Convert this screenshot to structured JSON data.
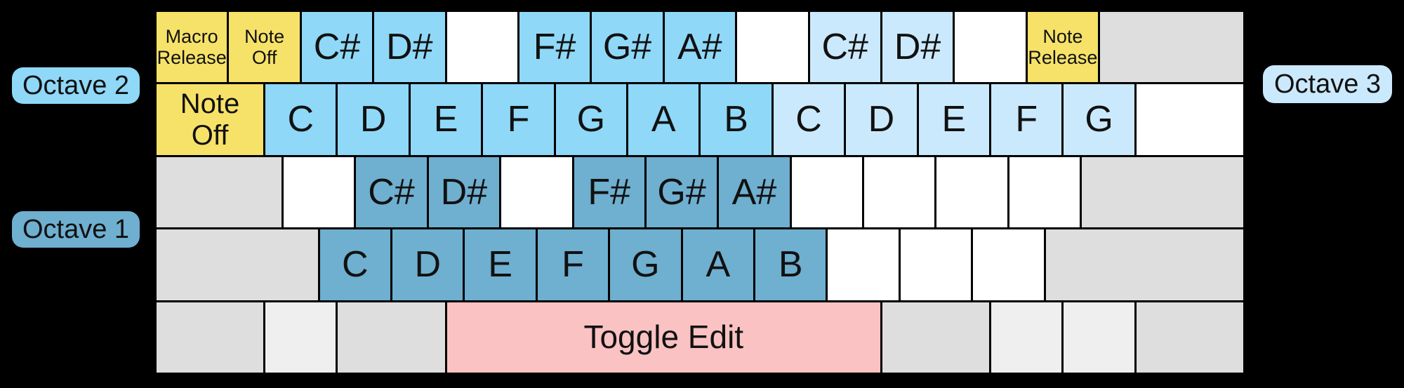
{
  "octave_labels": {
    "octave1": "Octave 1",
    "octave2": "Octave 2",
    "octave3": "Octave 3"
  },
  "colors": {
    "background": "#000000",
    "octave1_blue": "#6FAFD0",
    "octave2_blue": "#8FD8F8",
    "octave3_blue": "#CBE9FC",
    "command_yellow": "#F7E269",
    "edit_pink": "#FAC2C2",
    "modifier_gray": "#DEDEDE",
    "modifier_light_gray": "#EFEFEF",
    "unmapped_white": "#FFFFFF",
    "text_black": "#111111"
  },
  "keyboard": {
    "rows": [
      {
        "name": "number-row",
        "keys": [
          {
            "label": "Macro\nRelease",
            "units": 1,
            "color": "command_yellow",
            "size": "small"
          },
          {
            "label": "Note\nOff",
            "units": 1,
            "color": "command_yellow",
            "size": "small"
          },
          {
            "label": "C#",
            "units": 1,
            "color": "octave2_blue",
            "size": "note"
          },
          {
            "label": "D#",
            "units": 1,
            "color": "octave2_blue",
            "size": "note"
          },
          {
            "label": "",
            "units": 1,
            "color": "unmapped_white",
            "size": "note"
          },
          {
            "label": "F#",
            "units": 1,
            "color": "octave2_blue",
            "size": "note"
          },
          {
            "label": "G#",
            "units": 1,
            "color": "octave2_blue",
            "size": "note"
          },
          {
            "label": "A#",
            "units": 1,
            "color": "octave2_blue",
            "size": "note"
          },
          {
            "label": "",
            "units": 1,
            "color": "unmapped_white",
            "size": "note"
          },
          {
            "label": "C#",
            "units": 1,
            "color": "octave3_blue",
            "size": "note"
          },
          {
            "label": "D#",
            "units": 1,
            "color": "octave3_blue",
            "size": "note"
          },
          {
            "label": "",
            "units": 1,
            "color": "unmapped_white",
            "size": "note"
          },
          {
            "label": "Note\nRelease",
            "units": 1,
            "color": "command_yellow",
            "size": "small"
          },
          {
            "label": "",
            "units": 2,
            "color": "modifier_gray",
            "size": "note"
          }
        ]
      },
      {
        "name": "qwerty-row",
        "keys": [
          {
            "label": "Note\nOff",
            "units": 1.5,
            "color": "command_yellow",
            "size": "tab"
          },
          {
            "label": "C",
            "units": 1,
            "color": "octave2_blue",
            "size": "note"
          },
          {
            "label": "D",
            "units": 1,
            "color": "octave2_blue",
            "size": "note"
          },
          {
            "label": "E",
            "units": 1,
            "color": "octave2_blue",
            "size": "note"
          },
          {
            "label": "F",
            "units": 1,
            "color": "octave2_blue",
            "size": "note"
          },
          {
            "label": "G",
            "units": 1,
            "color": "octave2_blue",
            "size": "note"
          },
          {
            "label": "A",
            "units": 1,
            "color": "octave2_blue",
            "size": "note"
          },
          {
            "label": "B",
            "units": 1,
            "color": "octave2_blue",
            "size": "note"
          },
          {
            "label": "C",
            "units": 1,
            "color": "octave3_blue",
            "size": "note"
          },
          {
            "label": "D",
            "units": 1,
            "color": "octave3_blue",
            "size": "note"
          },
          {
            "label": "E",
            "units": 1,
            "color": "octave3_blue",
            "size": "note"
          },
          {
            "label": "F",
            "units": 1,
            "color": "octave3_blue",
            "size": "note"
          },
          {
            "label": "G",
            "units": 1,
            "color": "octave3_blue",
            "size": "note"
          },
          {
            "label": "",
            "units": 1.5,
            "color": "unmapped_white",
            "size": "note"
          }
        ]
      },
      {
        "name": "home-row",
        "keys": [
          {
            "label": "",
            "units": 1.75,
            "color": "modifier_gray",
            "size": "note"
          },
          {
            "label": "",
            "units": 1,
            "color": "unmapped_white",
            "size": "note"
          },
          {
            "label": "C#",
            "units": 1,
            "color": "octave1_blue",
            "size": "note"
          },
          {
            "label": "D#",
            "units": 1,
            "color": "octave1_blue",
            "size": "note"
          },
          {
            "label": "",
            "units": 1,
            "color": "unmapped_white",
            "size": "note"
          },
          {
            "label": "F#",
            "units": 1,
            "color": "octave1_blue",
            "size": "note"
          },
          {
            "label": "G#",
            "units": 1,
            "color": "octave1_blue",
            "size": "note"
          },
          {
            "label": "A#",
            "units": 1,
            "color": "octave1_blue",
            "size": "note"
          },
          {
            "label": "",
            "units": 1,
            "color": "unmapped_white",
            "size": "note"
          },
          {
            "label": "",
            "units": 1,
            "color": "unmapped_white",
            "size": "note"
          },
          {
            "label": "",
            "units": 1,
            "color": "unmapped_white",
            "size": "note"
          },
          {
            "label": "",
            "units": 1,
            "color": "unmapped_white",
            "size": "note"
          },
          {
            "label": "",
            "units": 2.25,
            "color": "modifier_gray",
            "size": "note"
          }
        ]
      },
      {
        "name": "shift-row",
        "keys": [
          {
            "label": "",
            "units": 2.25,
            "color": "modifier_gray",
            "size": "note"
          },
          {
            "label": "C",
            "units": 1,
            "color": "octave1_blue",
            "size": "note"
          },
          {
            "label": "D",
            "units": 1,
            "color": "octave1_blue",
            "size": "note"
          },
          {
            "label": "E",
            "units": 1,
            "color": "octave1_blue",
            "size": "note"
          },
          {
            "label": "F",
            "units": 1,
            "color": "octave1_blue",
            "size": "note"
          },
          {
            "label": "G",
            "units": 1,
            "color": "octave1_blue",
            "size": "note"
          },
          {
            "label": "A",
            "units": 1,
            "color": "octave1_blue",
            "size": "note"
          },
          {
            "label": "B",
            "units": 1,
            "color": "octave1_blue",
            "size": "note"
          },
          {
            "label": "",
            "units": 1,
            "color": "unmapped_white",
            "size": "note"
          },
          {
            "label": "",
            "units": 1,
            "color": "unmapped_white",
            "size": "note"
          },
          {
            "label": "",
            "units": 1,
            "color": "unmapped_white",
            "size": "note"
          },
          {
            "label": "",
            "units": 2.75,
            "color": "modifier_gray",
            "size": "note"
          }
        ]
      },
      {
        "name": "bottom-row",
        "keys": [
          {
            "label": "",
            "units": 1.5,
            "color": "modifier_gray",
            "size": "note"
          },
          {
            "label": "",
            "units": 1,
            "color": "modifier_light_gray",
            "size": "note"
          },
          {
            "label": "",
            "units": 1.5,
            "color": "modifier_gray",
            "size": "note"
          },
          {
            "label": "Toggle Edit",
            "units": 6,
            "color": "edit_pink",
            "size": "space"
          },
          {
            "label": "",
            "units": 1.5,
            "color": "modifier_gray",
            "size": "note"
          },
          {
            "label": "",
            "units": 1,
            "color": "modifier_light_gray",
            "size": "note"
          },
          {
            "label": "",
            "units": 1,
            "color": "modifier_light_gray",
            "size": "note"
          },
          {
            "label": "",
            "units": 1.5,
            "color": "modifier_gray",
            "size": "note"
          }
        ]
      }
    ]
  }
}
